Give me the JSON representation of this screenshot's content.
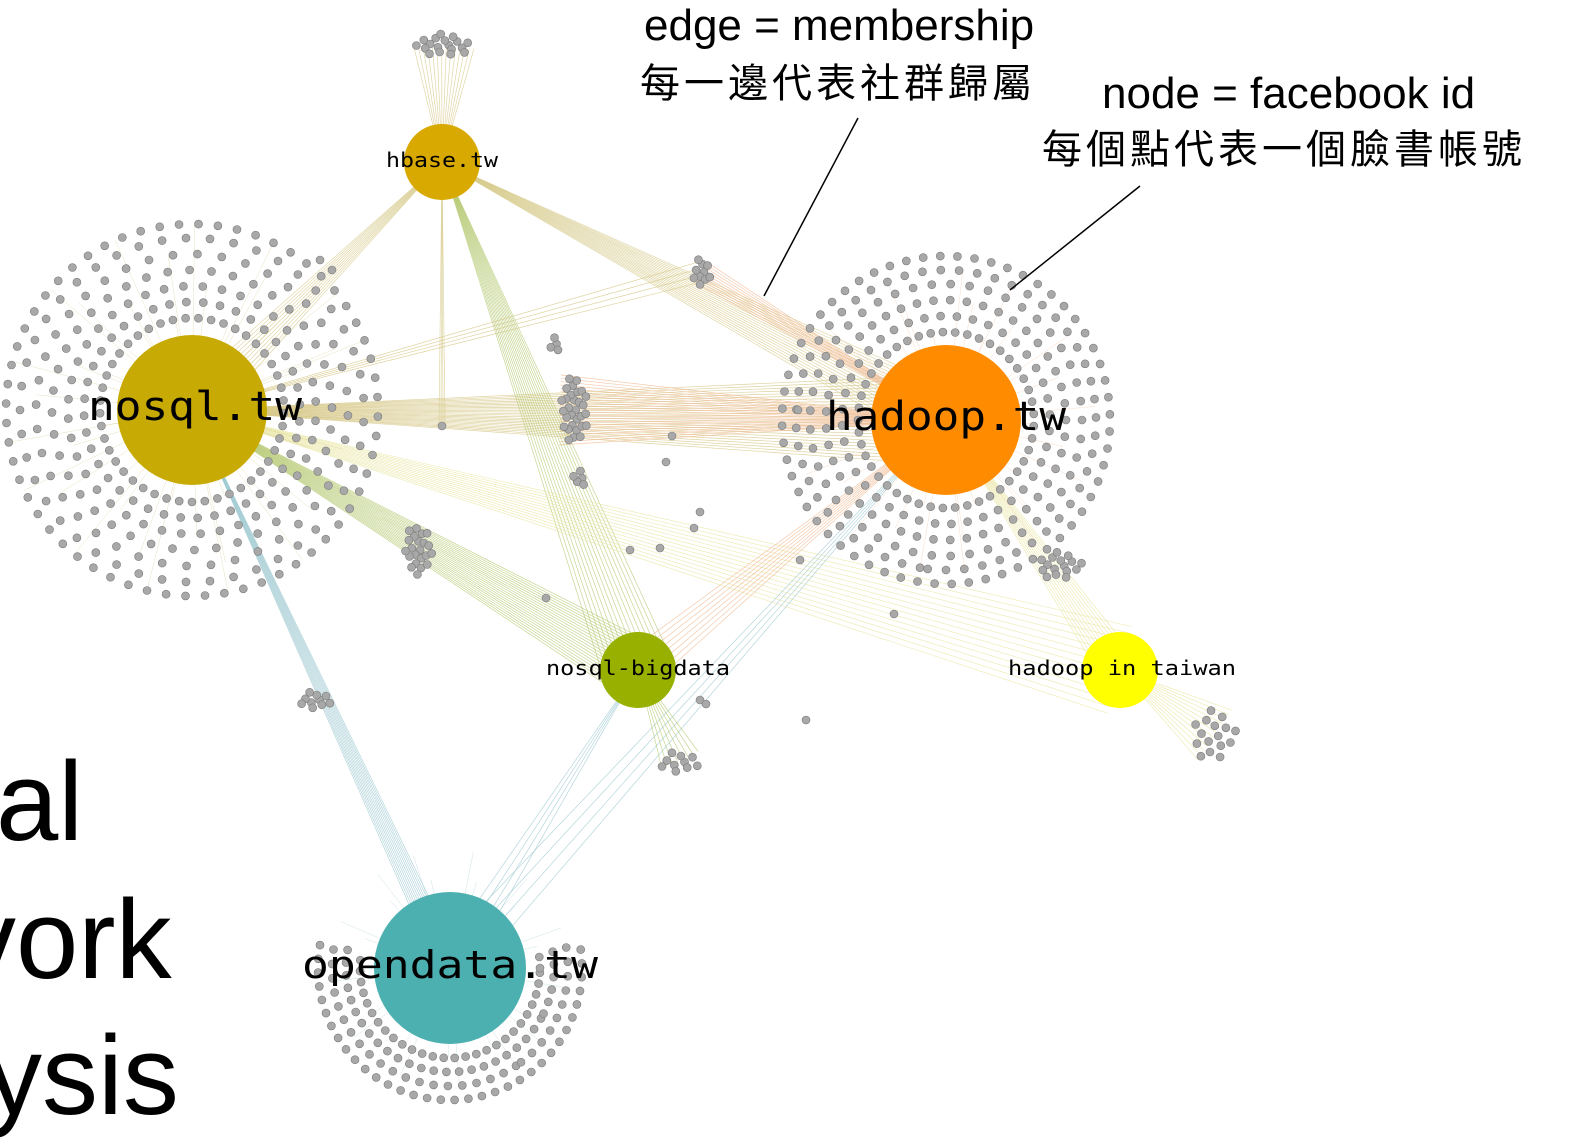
{
  "annotations": {
    "edge_label": "edge = membership",
    "edge_label_zh": "每一邊代表社群歸屬",
    "node_label": "node = facebook id",
    "node_label_zh": "每個點代表一個臉書帳號"
  },
  "side_text": [
    "al",
    "vork",
    "ysis"
  ],
  "groups": [
    {
      "key": "nosql",
      "label": "nosql.tw",
      "color": "#c8aa05",
      "member_color": "#9e9e9e"
    },
    {
      "key": "hadoop",
      "label": "hadoop.tw",
      "color": "#ff8c00",
      "member_color": "#9e9e9e"
    },
    {
      "key": "hbase",
      "label": "hbase.tw",
      "color": "#d8a900",
      "member_color": "#9e9e9e"
    },
    {
      "key": "bigdata",
      "label": "nosql-bigdata",
      "color": "#98b000",
      "member_color": "#9e9e9e"
    },
    {
      "key": "taiwan",
      "label": "hadoop in taiwan",
      "color": "#ffff00",
      "member_color": "#9e9e9e"
    },
    {
      "key": "opendata",
      "label": "opendata.tw",
      "color": "#4db0b0",
      "member_color": "#9e9e9e"
    }
  ],
  "colors": {
    "node_fill": "#a8a8a8",
    "node_stroke": "#7a7a7a",
    "edge_nosql": "#d4c480",
    "edge_hadoop": "#f0b890",
    "edge_hbase": "#d6c98a",
    "edge_bigdata": "#b4c870",
    "edge_opendata": "#9cc8d0",
    "edge_taiwan": "#e8e6a0"
  }
}
